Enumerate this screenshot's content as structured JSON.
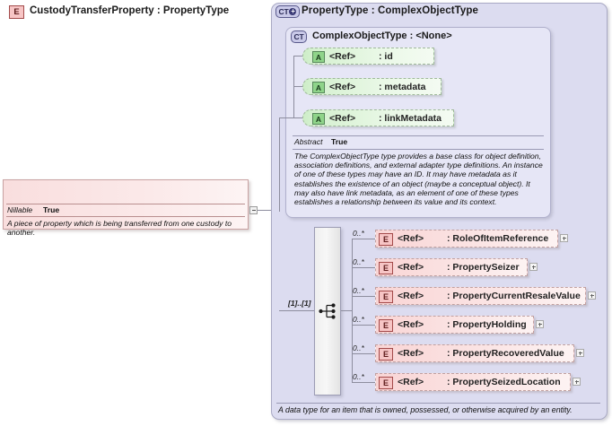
{
  "outer_type": {
    "icon": "ct-plus-icon",
    "title": "PropertyType : ComplexObjectType",
    "documentation": "A data type for an item that is owned, possessed, or otherwise acquired by an entity."
  },
  "inner_type": {
    "icon": "ct-icon",
    "title": "ComplexObjectType : <None>",
    "abstract_label": "Abstract",
    "abstract_value": "True",
    "documentation": "The ComplexObjectType type provides a base class for object definition, association definitions, and external adapter type definitions. An instance of one of these types may have an ID. It may have metadata as it establishes the existence of an object (maybe a conceptual object). It may also have link metadata, as an element of one of these types establishes a relationship between its value and its context.",
    "attributes": [
      {
        "icon": "attribute-icon",
        "badge": "A",
        "ref": "<Ref>",
        "name": ": id"
      },
      {
        "icon": "attribute-icon",
        "badge": "A",
        "ref": "<Ref>",
        "name": ": metadata"
      },
      {
        "icon": "attribute-icon",
        "badge": "A",
        "ref": "<Ref>",
        "name": ": linkMetadata"
      }
    ]
  },
  "left_element": {
    "icon": "element-icon",
    "badge": "E",
    "title": "CustodyTransferProperty : PropertyType",
    "nillable_label": "Nillable",
    "nillable_value": "True",
    "documentation": "A piece of property which is being transferred from one custody to another."
  },
  "sequence": {
    "icon": "sequence-compositor-icon",
    "cardinality": "[1]..[1]"
  },
  "elements": [
    {
      "badge": "E",
      "ref": "<Ref>",
      "name": ": RoleOfItemReference",
      "cardinality": "0..*"
    },
    {
      "badge": "E",
      "ref": "<Ref>",
      "name": ": PropertySeizer",
      "cardinality": "0..*"
    },
    {
      "badge": "E",
      "ref": "<Ref>",
      "name": ": PropertyCurrentResaleValue",
      "cardinality": "0..*"
    },
    {
      "badge": "E",
      "ref": "<Ref>",
      "name": ": PropertyHolding",
      "cardinality": "0..*"
    },
    {
      "badge": "E",
      "ref": "<Ref>",
      "name": ": PropertyRecoveredValue",
      "cardinality": "0..*"
    },
    {
      "badge": "E",
      "ref": "<Ref>",
      "name": ": PropertySeizedLocation",
      "cardinality": "0..*"
    }
  ],
  "colors": {
    "panel_outer": "#dcdcf0",
    "panel_inner": "#e6e6f6",
    "element_pink": "#f9d5d5",
    "attribute_green": "#d4f0cf",
    "badge_border_red": "#a34a4a",
    "badge_border_green": "#56885a",
    "ct_badge_blue": "#c9c9e8"
  }
}
